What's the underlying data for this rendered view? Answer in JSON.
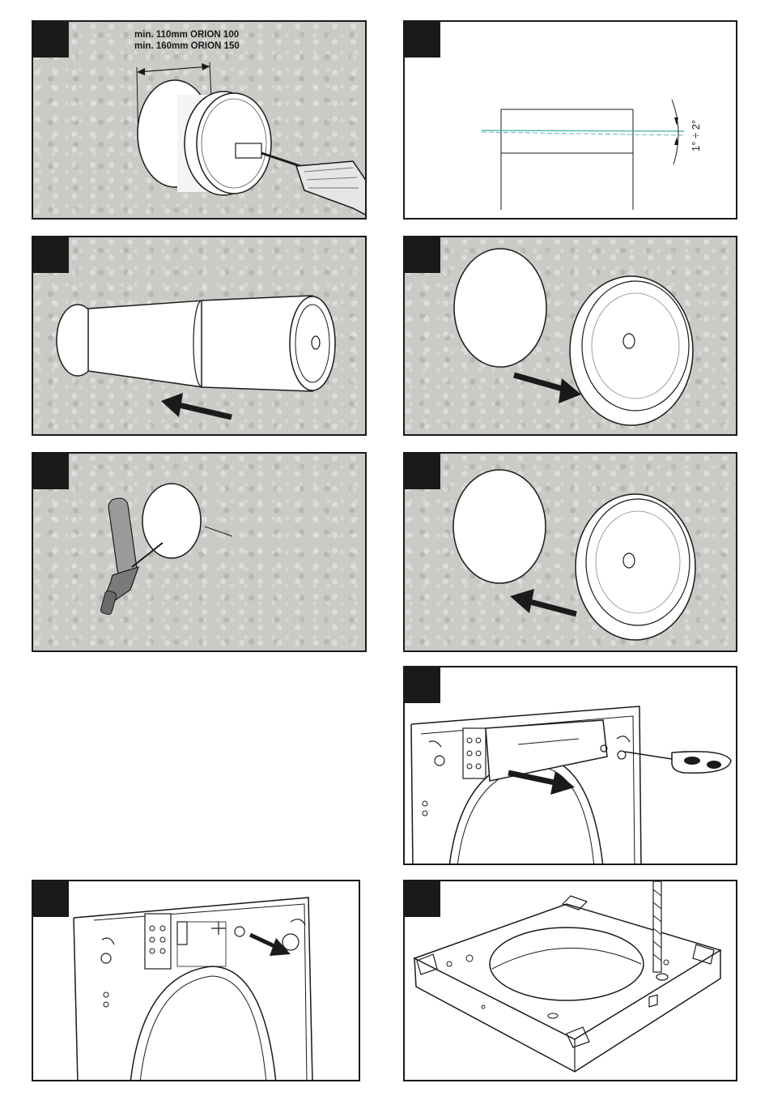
{
  "panels": {
    "step1": {
      "label_line1": "min. 110mm ORION 100",
      "label_line2": "min. 160mm ORION 150"
    },
    "step2": {
      "angle_label": "1° ÷ 2°"
    }
  },
  "colors": {
    "background": "#ffffff",
    "wall_texture": "#c9cbc6",
    "badge": "#1a1a1a",
    "level_line": "#3aa7a0"
  }
}
